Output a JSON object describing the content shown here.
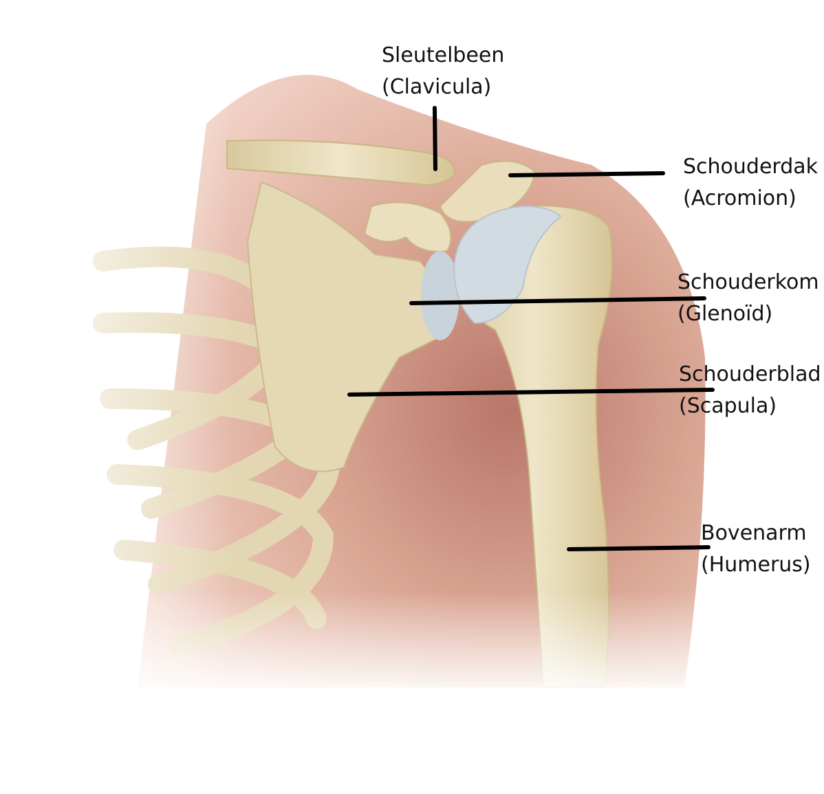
{
  "labels": [
    {
      "name": "Sleutelbeen",
      "latin": "(Clavicula)"
    },
    {
      "name": "Schouderdak",
      "latin": "(Acromion)"
    },
    {
      "name": "Schouderkom",
      "latin": "(Glenoïd)"
    },
    {
      "name": "Schouderblad",
      "latin": "(Scapula)"
    },
    {
      "name": "Bovenarm",
      "latin": "(Humerus)"
    }
  ],
  "colors": {
    "skin": "#d9a08e",
    "bone": "#e8dcbc",
    "cartilage": "#c9d3dc",
    "leader": "#000000"
  }
}
